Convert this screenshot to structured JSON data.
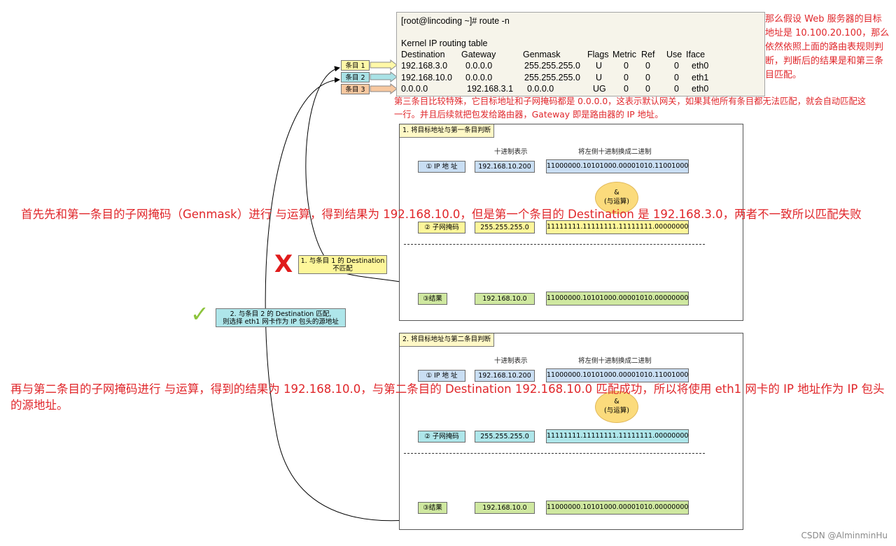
{
  "terminal": {
    "prompt": "[root@lincoding ~]# route -n",
    "table_title": "Kernel IP routing table",
    "columns": [
      "Destination",
      "Gateway",
      "Genmask",
      "Flags",
      "Metric",
      "Ref",
      "Use",
      "Iface"
    ],
    "rows": [
      [
        "192.168.3.0",
        "0.0.0.0",
        "255.255.255.0",
        "U",
        "0",
        "0",
        "0",
        "eth0"
      ],
      [
        "192.168.10.0",
        "0.0.0.0",
        "255.255.255.0",
        "U",
        "0",
        "0",
        "0",
        "eth1"
      ],
      [
        "0.0.0.0",
        "192.168.3.1",
        "0.0.0.0",
        "UG",
        "0",
        "0",
        "0",
        "eth0"
      ]
    ]
  },
  "entries": [
    {
      "label": "条目 1",
      "color": "#fff8a8"
    },
    {
      "label": "条目 2",
      "color": "#a9e2e6"
    },
    {
      "label": "条目 3",
      "color": "#f7c8a0"
    }
  ],
  "notes": {
    "right_note": [
      "那么假设 Web 服务器的目标",
      "地址是 10.100.20.100，那么",
      "依然依照上面的路由表规则判",
      "断，判断后的结果是和第三条",
      "目匹配。"
    ],
    "entry3_note_line1": "第三条目比较特殊，它目标地址和子网掩码都是 0.0.0.0，这表示默认网关，如果其他所有条目都无法匹配，就会自动匹配这",
    "entry3_note_line2": "一行。并且后续就把包发给路由器，Gateway 即是路由器的 IP 地址。",
    "big_note_1": "首先先和第一条目的子网掩码（Genmask）进行 与运算，得到结果为 192.168.10.0，但是第一个条目的 Destination 是 192.168.3.0，两者不一致所以匹配失败",
    "big_note_2_line1": "再与第二条目的子网掩码进行 与运算，得到的结果为 192.168.10.0，与第二条目的 Destination 192.168.10.0 匹配成功，所以将使用 eth1 网卡的 IP 地址作为 IP 包头",
    "big_note_2_line2": "的源地址。"
  },
  "callouts": {
    "fail_mark": "X",
    "fail_text_line1": "1. 与条目 1 的 Destination",
    "fail_text_line2": "不匹配",
    "ok_mark": "✓",
    "ok_text_line1": "2. 与条目 2 的 Destination 匹配,",
    "ok_text_line2": "则选择 eth1 网卡作为 IP 包头的源地址"
  },
  "panels": [
    {
      "title": "1. 将目标地址与第一条目判断",
      "col_decimal": "十进制表示",
      "col_binary": "将左侧十进制换成二进制",
      "ip_label": "① IP 地 址",
      "ip_decimal": "192.168.10.200",
      "ip_binary": "11000000.10101000.00001010.11001000",
      "and_label_1": "&",
      "and_label_2": "(与运算)",
      "mask_label": "② 子网掩码",
      "mask_decimal": "255.255.255.0",
      "mask_binary": "11111111.11111111.11111111.00000000",
      "result_label": "③结果",
      "result_decimal": "192.168.10.0",
      "result_binary": "11000000.10101000.00001010.00000000"
    },
    {
      "title": "2. 将目标地址与第二条目判断",
      "col_decimal": "十进制表示",
      "col_binary": "将左侧十进制换成二进制",
      "ip_label": "① IP 地 址",
      "ip_decimal": "192.168.10.200",
      "ip_binary": "11000000.10101000.00001010.11001000",
      "and_label_1": "&",
      "and_label_2": "(与运算)",
      "mask_label": "② 子网掩码",
      "mask_decimal": "255.255.255.0",
      "mask_binary": "11111111.11111111.11111111.00000000",
      "result_label": "③结果",
      "result_decimal": "192.168.10.0",
      "result_binary": "11000000.10101000.00001010.00000000"
    }
  ],
  "watermark": "CSDN @AlminminHu"
}
